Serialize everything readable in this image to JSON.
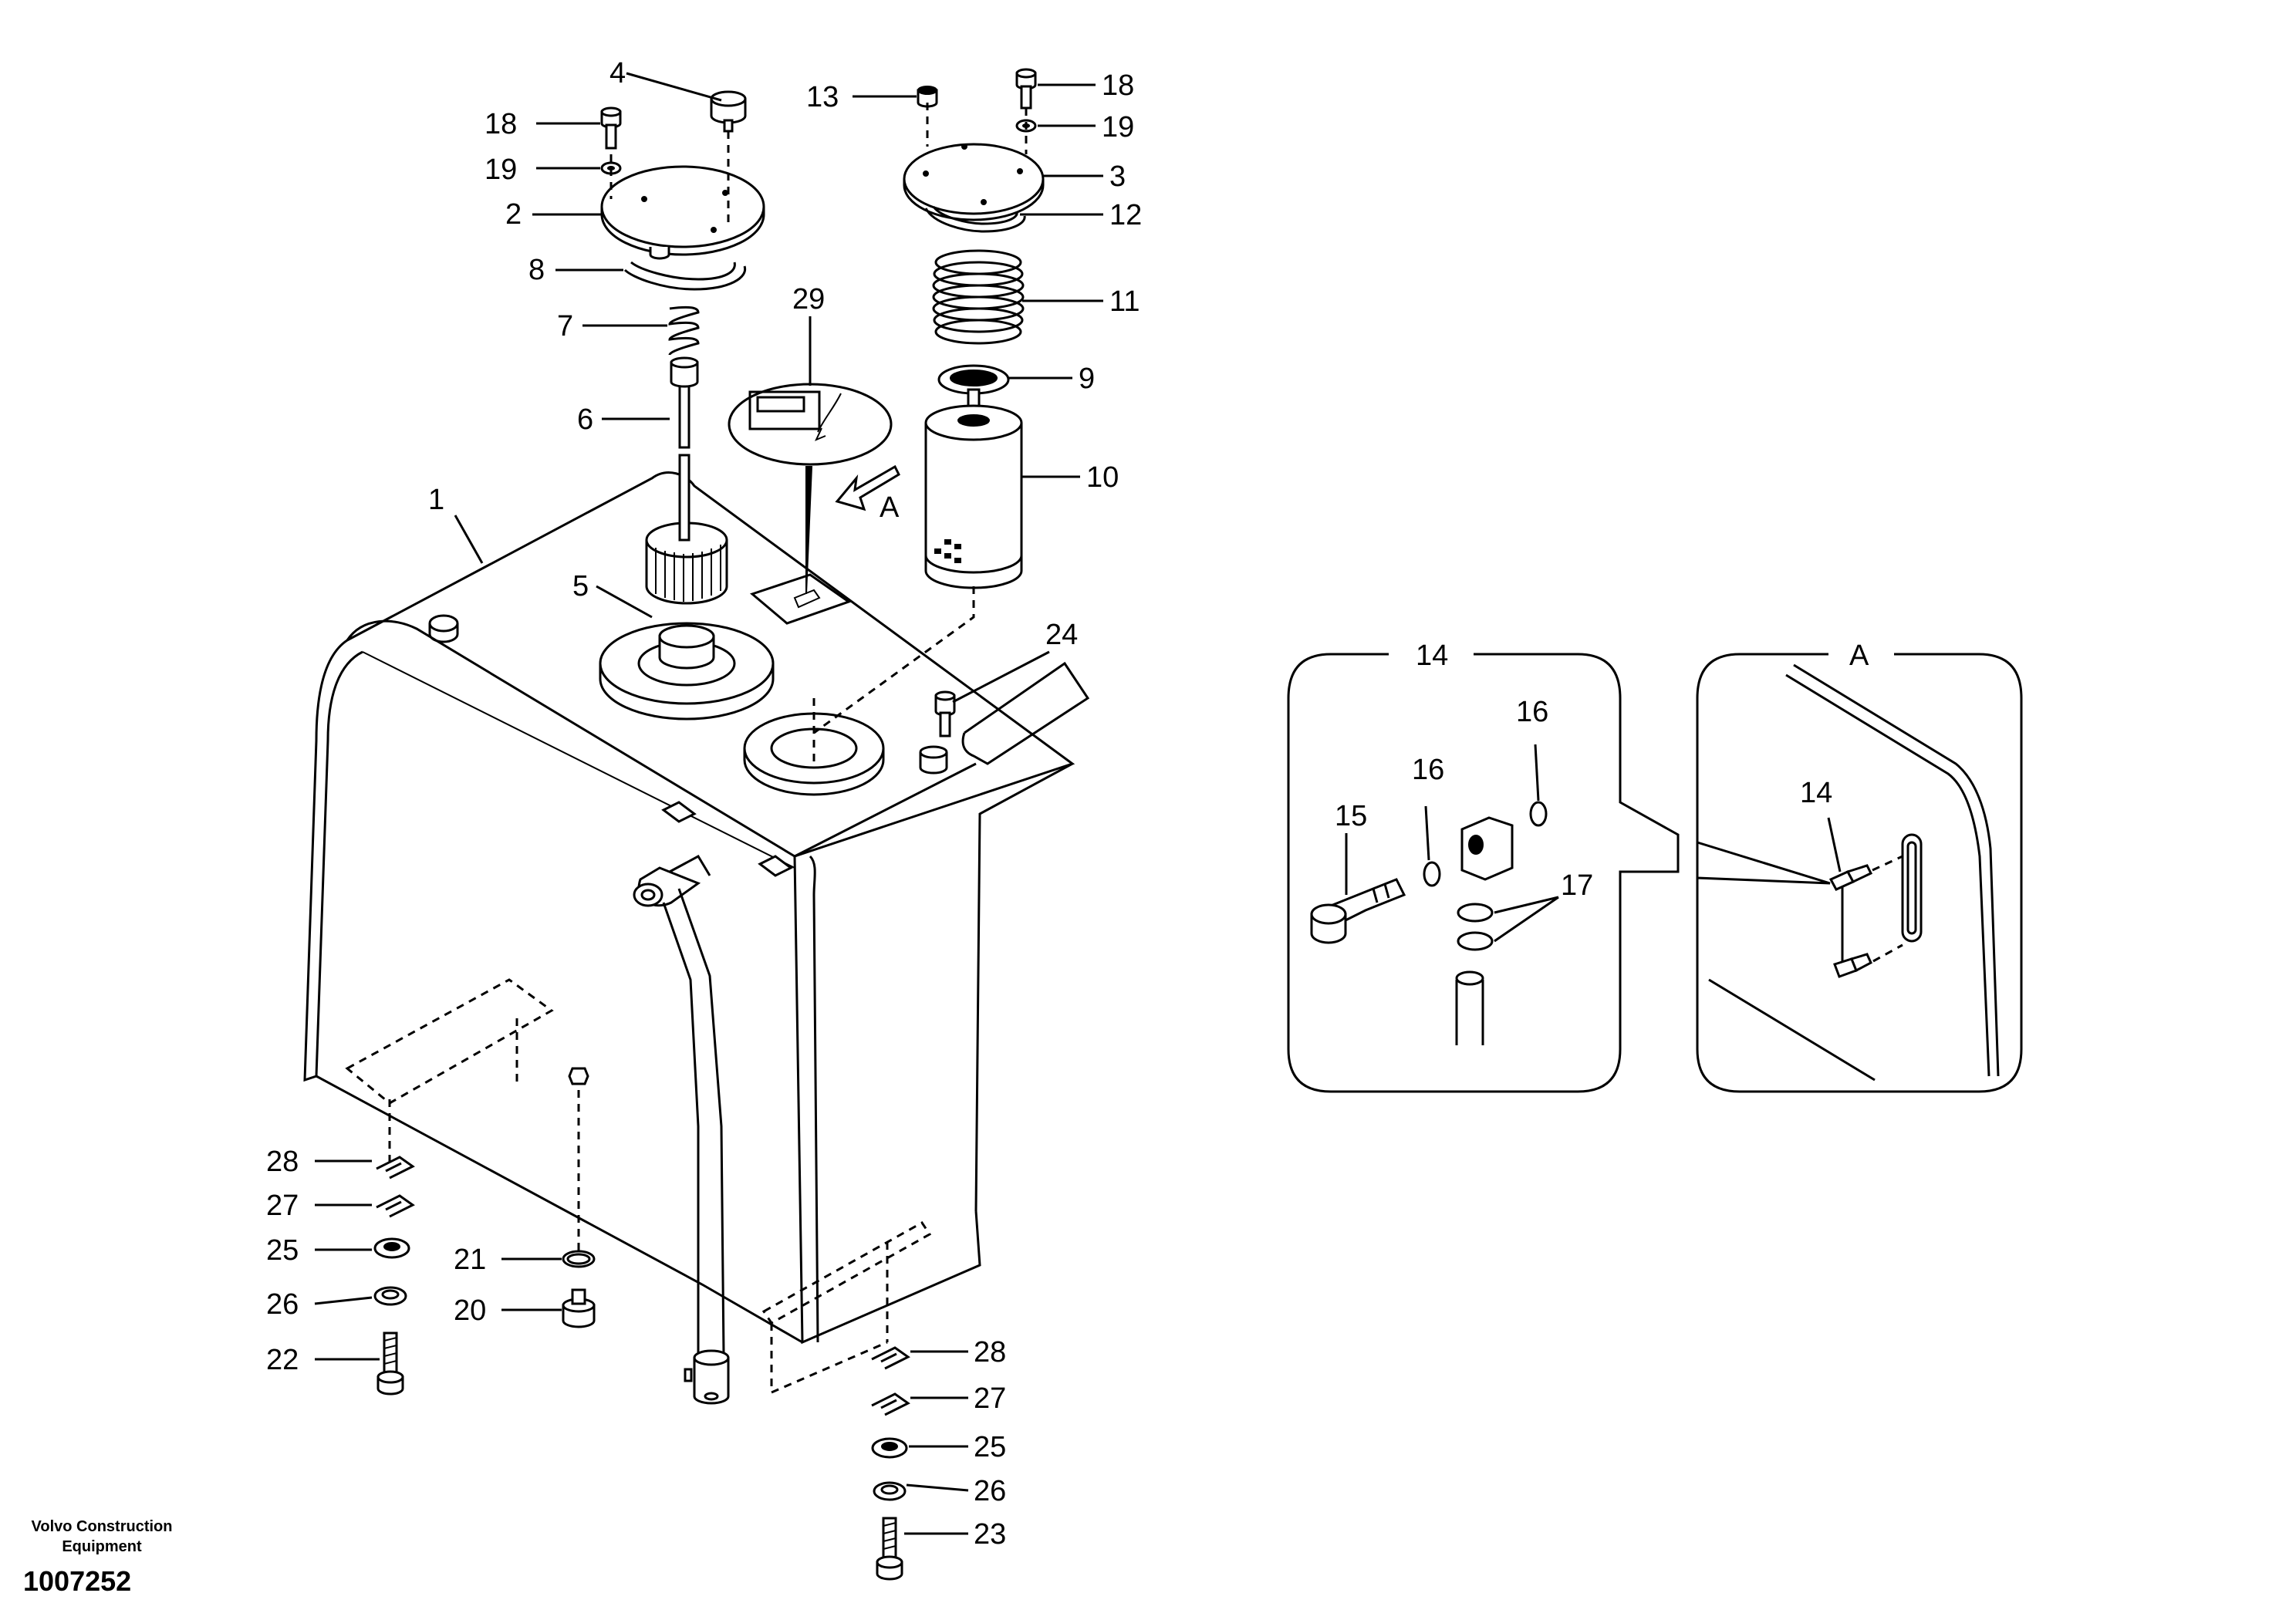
{
  "figure": {
    "callouts": [
      {
        "id": "c1",
        "text": "1"
      },
      {
        "id": "c2",
        "text": "2"
      },
      {
        "id": "c3",
        "text": "3"
      },
      {
        "id": "c4",
        "text": "4"
      },
      {
        "id": "c5",
        "text": "5"
      },
      {
        "id": "c6",
        "text": "6"
      },
      {
        "id": "c7",
        "text": "7"
      },
      {
        "id": "c8",
        "text": "8"
      },
      {
        "id": "c9",
        "text": "9"
      },
      {
        "id": "c10",
        "text": "10"
      },
      {
        "id": "c11",
        "text": "11"
      },
      {
        "id": "c12",
        "text": "12"
      },
      {
        "id": "c13",
        "text": "13"
      },
      {
        "id": "c18a",
        "text": "18"
      },
      {
        "id": "c18b",
        "text": "18"
      },
      {
        "id": "c19a",
        "text": "19"
      },
      {
        "id": "c19b",
        "text": "19"
      },
      {
        "id": "c29",
        "text": "29"
      },
      {
        "id": "c24",
        "text": "24"
      },
      {
        "id": "cA",
        "text": "A"
      },
      {
        "id": "c28a",
        "text": "28"
      },
      {
        "id": "c27a",
        "text": "27"
      },
      {
        "id": "c25a",
        "text": "25"
      },
      {
        "id": "c26a",
        "text": "26"
      },
      {
        "id": "c22",
        "text": "22"
      },
      {
        "id": "c21",
        "text": "21"
      },
      {
        "id": "c20",
        "text": "20"
      },
      {
        "id": "c28b",
        "text": "28"
      },
      {
        "id": "c27b",
        "text": "27"
      },
      {
        "id": "c25b",
        "text": "25"
      },
      {
        "id": "c26b",
        "text": "26"
      },
      {
        "id": "c23",
        "text": "23"
      }
    ],
    "detail_14": {
      "title": "14",
      "callouts": [
        {
          "id": "d15",
          "text": "15"
        },
        {
          "id": "d16a",
          "text": "16"
        },
        {
          "id": "d16b",
          "text": "16"
        },
        {
          "id": "d17",
          "text": "17"
        }
      ]
    },
    "detail_A": {
      "title": "A",
      "callouts": [
        {
          "id": "a14",
          "text": "14"
        }
      ]
    }
  },
  "footer": {
    "company_line1": "Volvo Construction",
    "company_line2": "Equipment",
    "drawing_number": "1007252"
  }
}
